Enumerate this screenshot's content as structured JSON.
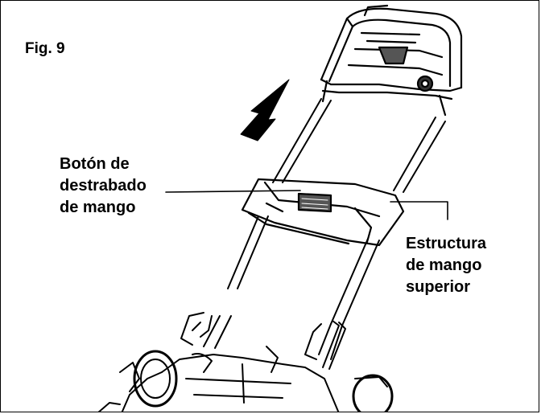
{
  "figure_label": "Fig. 9",
  "callouts": [
    {
      "id": "handle-release-button",
      "lines": [
        "Botón de",
        "destrabado",
        "de mango"
      ]
    },
    {
      "id": "upper-handle-structure",
      "lines": [
        "Estructura",
        "de mango",
        "superior"
      ]
    }
  ],
  "icons": {
    "arrow": "up-direction-arrow"
  },
  "colors": {
    "ink": "#000000",
    "background": "#ffffff",
    "shade": "#555555"
  }
}
